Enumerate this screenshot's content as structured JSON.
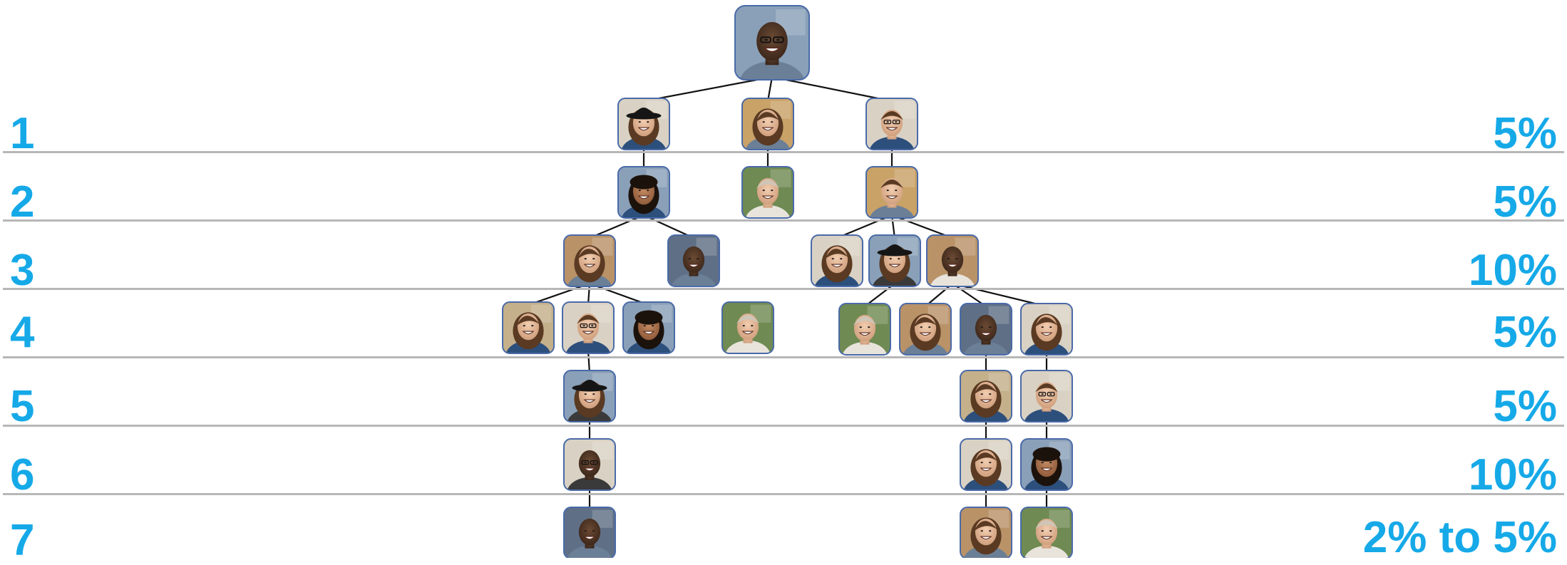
{
  "levels": [
    {
      "level": "1",
      "rate": "5%"
    },
    {
      "level": "2",
      "rate": "5%"
    },
    {
      "level": "3",
      "rate": "10%"
    },
    {
      "level": "4",
      "rate": "5%"
    },
    {
      "level": "5",
      "rate": "5%"
    },
    {
      "level": "6",
      "rate": "10%"
    },
    {
      "level": "7",
      "rate": "2% to 5%"
    }
  ],
  "colors": {
    "accent": "#16a9e8",
    "rule": "#b7b7b7",
    "node_border": "#4a6aa8",
    "connector": "#111111"
  }
}
